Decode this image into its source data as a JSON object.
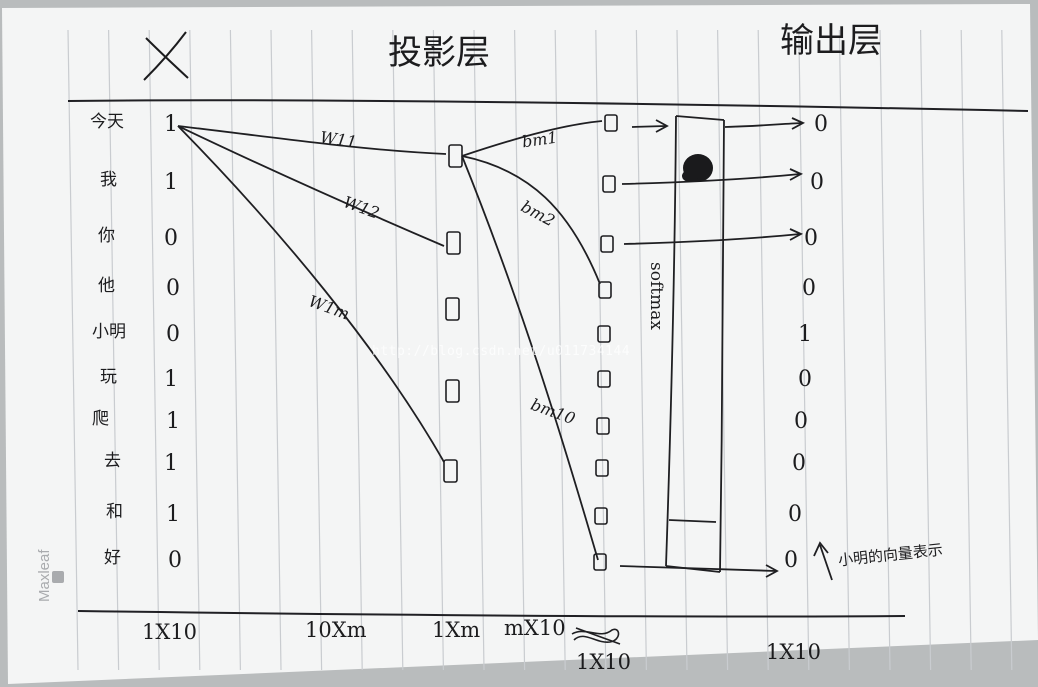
{
  "headers": {
    "input_title": "X",
    "projection_title": "投影层",
    "output_title": "输出层"
  },
  "words": [
    "今天",
    "我",
    "你",
    "他",
    "小明",
    "玩",
    "爬",
    "去",
    "和",
    "好"
  ],
  "input_bits": [
    "1",
    "1",
    "0",
    "0",
    "0",
    "1",
    "1",
    "1",
    "1",
    "0"
  ],
  "output_values": [
    "0",
    "0",
    "0",
    "0",
    "1",
    "0",
    "0",
    "0",
    "0",
    "0"
  ],
  "weights": {
    "w11": "W11",
    "w12": "W12",
    "w1m": "W1m",
    "bm1": "bm1",
    "bm2": "bm2",
    "bm10": "bm10"
  },
  "softmax_label": "softmax",
  "dimensions": {
    "input": "1X10",
    "input_to_projection": "10Xm",
    "projection": "1Xm",
    "projection_to_output": "mX10",
    "output_layer": "1X10",
    "output": "1X10"
  },
  "note": "小明的向量表示",
  "watermark": "http://blog.csdn.net/u011734144",
  "brand": "Maxleaf",
  "colors": {
    "paper": "#f4f5f5",
    "ink": "#1c1c1e",
    "rule": "#c9ccd0",
    "background": "#b9bcbd"
  }
}
